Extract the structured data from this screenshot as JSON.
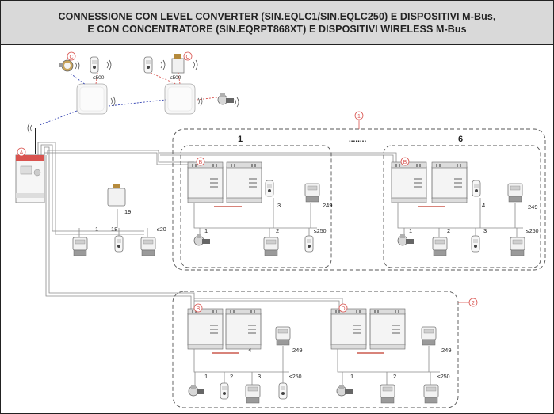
{
  "title": {
    "line1": "CONNESSIONE CON LEVEL CONVERTER (SIN.EQLC1/SIN.EQLC250) E DISPOSITIVI M-Bus,",
    "line2": "E CON CONCENTRATORE (SIN.EQRPT868XT) E DISPOSITIVI WIRELESS M-Bus"
  },
  "callouts": {
    "A": "A",
    "B": "B",
    "C": "C",
    "D": "D",
    "n1": "1",
    "n2": "2"
  },
  "groups": {
    "first": "1",
    "last": "6",
    "ellipsis": "........"
  },
  "counts": {
    "w500": "≤500",
    "c250": "≤250",
    "c20": "≤20",
    "c249": "249",
    "n1": "1",
    "n2": "2",
    "n3": "3",
    "n4": "4",
    "n18": "18",
    "n19": "19"
  },
  "colors": {
    "header_bg": "#d9d9d9",
    "callout": "#d9534f",
    "wireless_blue": "#2f3fb0",
    "wireless_red": "#d9534f",
    "mbus_red": "#c0392b"
  }
}
